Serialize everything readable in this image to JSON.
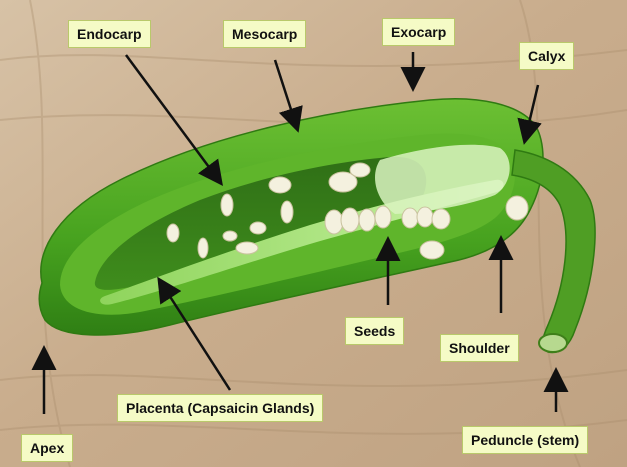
{
  "labels": {
    "endocarp": "Endocarp",
    "mesocarp": "Mesocarp",
    "exocarp": "Exocarp",
    "calyx": "Calyx",
    "seeds": "Seeds",
    "shoulder": "Shoulder",
    "placenta": "Placenta (Capsaicin Glands)",
    "apex": "Apex",
    "peduncle": "Peduncle (stem)"
  },
  "colors": {
    "label_background": "#f5fbc6",
    "label_border": "#b9c96a",
    "arrow": "#111111",
    "pepper_skin": "#4aa321",
    "pepper_flesh": "#a9e27d",
    "seed": "#f4f1df",
    "background_stone": "#cdb596"
  }
}
